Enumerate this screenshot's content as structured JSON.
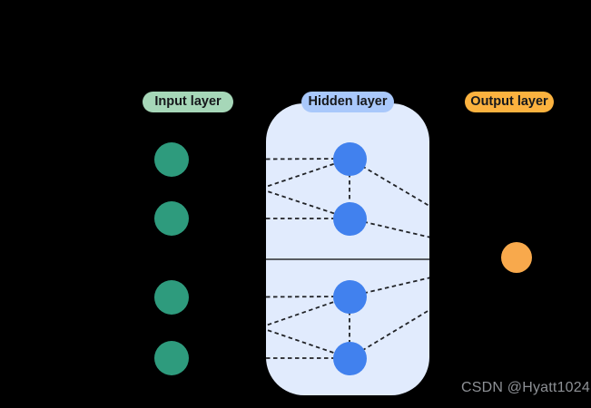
{
  "watermark": {
    "text": "CSDN @Hyatt1024",
    "color": "#8D9095"
  },
  "canvas": {
    "background": "#000000"
  },
  "layers": {
    "input": {
      "label": "Input layer",
      "pill_bg": "#A6D7B8",
      "pill_text_color": "#16181B",
      "node_color": "#2E9B7D",
      "node_count": 4
    },
    "hidden": {
      "label": "Hidden layer",
      "pill_bg": "#A9C8FB",
      "pill_text_color": "#16181B",
      "node_color": "#4181EE",
      "node_count": 4,
      "panel_bg": "#E1EBFD",
      "divider_color": "#44474C"
    },
    "output": {
      "label": "Output layer",
      "pill_bg": "#FBB23F",
      "pill_text_color": "#16181B",
      "node_color": "#F8A94C",
      "node_count": 1
    }
  },
  "edge_style": {
    "color": "#202226",
    "dash_pattern": "4.5 3.5",
    "width": 1.8
  },
  "nodes": [
    {
      "id": "i1",
      "layer": "input"
    },
    {
      "id": "i2",
      "layer": "input"
    },
    {
      "id": "i3",
      "layer": "input"
    },
    {
      "id": "i4",
      "layer": "input"
    },
    {
      "id": "h1",
      "layer": "hidden"
    },
    {
      "id": "h2",
      "layer": "hidden"
    },
    {
      "id": "h3",
      "layer": "hidden"
    },
    {
      "id": "h4",
      "layer": "hidden"
    },
    {
      "id": "o1",
      "layer": "output"
    }
  ],
  "edges": [
    {
      "from": "i1",
      "to": "h1"
    },
    {
      "from": "i2",
      "to": "h2"
    },
    {
      "from": "i1",
      "to": "h2"
    },
    {
      "from": "i2",
      "to": "h1"
    },
    {
      "from": "h1",
      "to": "h2"
    },
    {
      "from": "h1",
      "to": "o1"
    },
    {
      "from": "h2",
      "to": "o1"
    },
    {
      "from": "i3",
      "to": "h3"
    },
    {
      "from": "i4",
      "to": "h4"
    },
    {
      "from": "i3",
      "to": "h4"
    },
    {
      "from": "i4",
      "to": "h3"
    },
    {
      "from": "h3",
      "to": "h4"
    },
    {
      "from": "h3",
      "to": "o1"
    },
    {
      "from": "h4",
      "to": "o1"
    }
  ]
}
